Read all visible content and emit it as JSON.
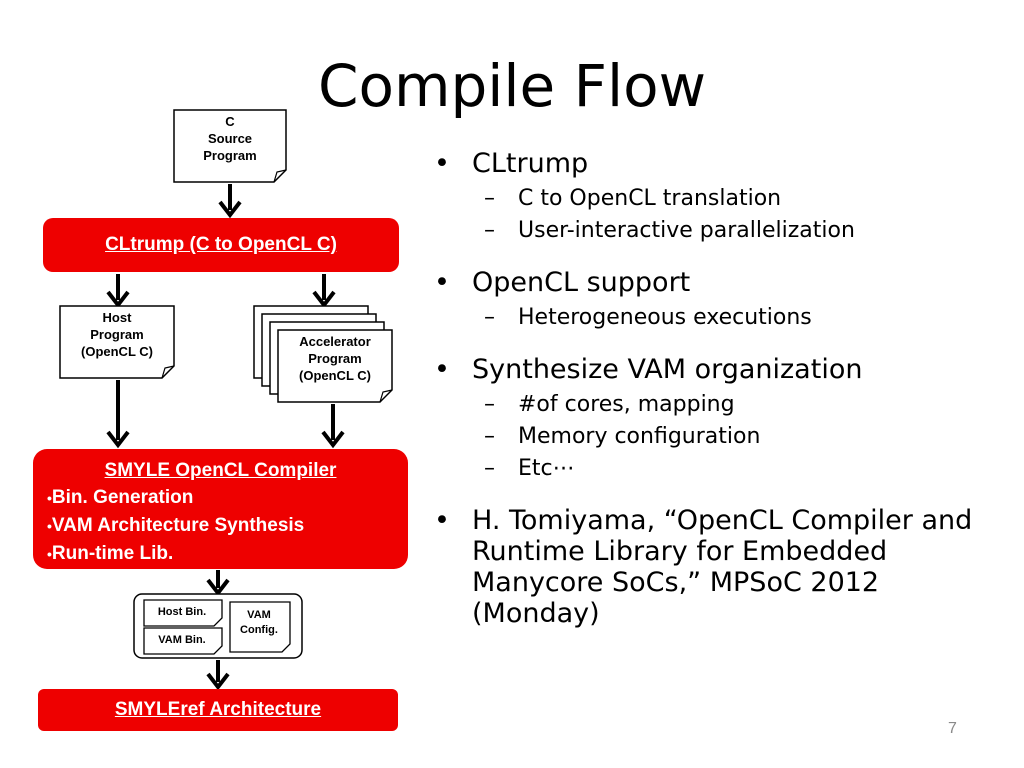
{
  "slide": {
    "title": "Compile Flow",
    "page_number": "7"
  },
  "flow": {
    "c_source": [
      "C",
      "Source",
      "Program"
    ],
    "cltrump_box": "CLtrump (C to OpenCL C)",
    "host_program": [
      "Host",
      "Program",
      "(OpenCL C)"
    ],
    "accelerator_program": [
      "Accelerator",
      "Program",
      "(OpenCL C)"
    ],
    "compiler_box": {
      "title": "SMYLE OpenCL Compiler",
      "items": [
        "Bin. Generation",
        "VAM Architecture Synthesis",
        "Run-time Lib."
      ]
    },
    "host_bin": "Host Bin.",
    "vam_bin": "VAM Bin.",
    "vam_config": [
      "VAM",
      "Config."
    ],
    "arch_box": "SMYLEref Architecture",
    "colors": {
      "red": "#ee0000",
      "doc_border": "#000000"
    }
  },
  "bullets": [
    {
      "text": "CLtrump",
      "sub": [
        "C to OpenCL translation",
        "User-interactive parallelization"
      ]
    },
    {
      "text": "OpenCL support",
      "sub": [
        "Heterogeneous executions"
      ]
    },
    {
      "text": "Synthesize VAM organization",
      "sub": [
        "#of cores, mapping",
        "Memory configuration",
        "Etc⋯"
      ]
    },
    {
      "text": "H. Tomiyama, “OpenCL Compiler and Runtime Library for Embedded Manycore SoCs,” MPSoC 2012 (Monday)",
      "sub": []
    }
  ],
  "bullet_glyph": "•",
  "dash_glyph": "–"
}
